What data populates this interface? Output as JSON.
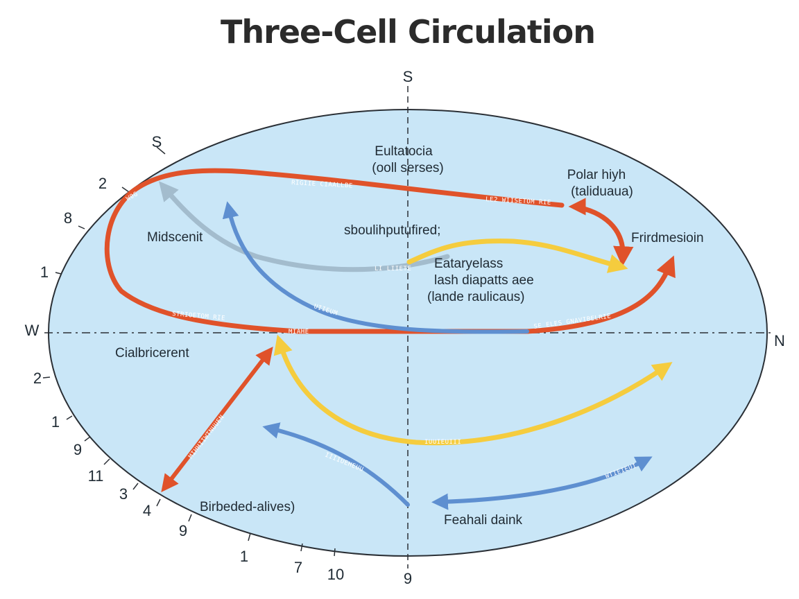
{
  "title": "Three-Cell Circulation",
  "axes": {
    "top": "S",
    "bottom": "9",
    "left": "W",
    "right": "N"
  },
  "rim_ticks": [
    "S",
    "2",
    "8",
    "1",
    "2",
    "1",
    "9",
    "11",
    "3",
    "4",
    "9",
    "1",
    "7",
    "10"
  ],
  "labels": {
    "top_center": [
      "Eultatocia",
      "(ooll serses)"
    ],
    "polar_high": [
      "Polar hiyh",
      "(taliduaua)"
    ],
    "midscent": "Midscenit",
    "center_upper": "sboulihputufired;",
    "frirdmesion": "Frirdmesioin",
    "center_block": [
      "Eataryelass",
      "lash diapatts aee",
      "(lande raulicaus)"
    ],
    "lower_left": "Cialbricerent",
    "bottom_left": "Birbeded-alives)",
    "bottom_right": "Feahali daink"
  },
  "arrow_texts": {
    "red_top_a": "RIGIIE CIAALLBE",
    "red_top_b": "LE2 WIISETOM RIE",
    "red_left_a": "W0G",
    "red_left_b": "STRIOETOM RIE",
    "red_equator_a": "MIAHE",
    "red_equator_b": "SE ELES GNAVIBELRIE",
    "red_lower_left": "MIHHIIWTNUUEN",
    "grey": "LI LIIETE",
    "blue_mid": "UIIEUM",
    "blue_low_left": "IIIIUEHEUU",
    "blue_low_right": "WTIEIEUI",
    "yellow": "IUUIEUIII"
  },
  "colors": {
    "ocean": "#c9e6f7",
    "red": "#e0522a",
    "yellow": "#f5cc3e",
    "blue": "#5e8fd0",
    "grey": "#a3bccd",
    "outline": "#2a2f35"
  }
}
